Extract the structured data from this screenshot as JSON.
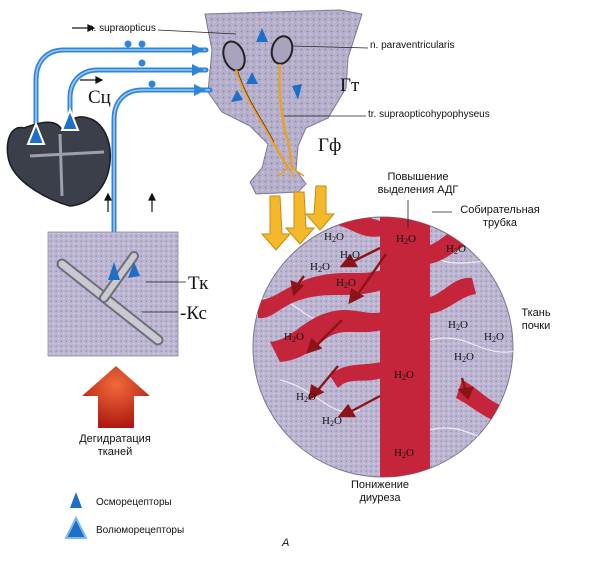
{
  "labels": {
    "supraopticus": "n. supraopticus",
    "paraventricularis": "n. paraventricularis",
    "tract": "tr. supraopticohypophyseus",
    "hypothalamus": "Гт",
    "hypophysis": "Гф",
    "heart": "Сц",
    "tissue": "Тк",
    "vessel": "-Кс",
    "adh_increase_1": "Повышение",
    "adh_increase_2": "выделения АДГ",
    "collecting_1": "Собирательная",
    "collecting_2": "трубка",
    "kidney_tissue_1": "Ткань",
    "kidney_tissue_2": "почки",
    "dehydration_1": "Дегидратация",
    "dehydration_2": "тканей",
    "diuresis_1": "Понижение",
    "diuresis_2": "диуреза",
    "figure_letter": "А"
  },
  "h2o": {
    "text": "H",
    "sub": "2",
    "tail": "O"
  },
  "legend": {
    "osmoreceptors": "Осморецепторы",
    "volumoreceptors": "Волюморецепторы"
  },
  "colors": {
    "nerve_blue": "#2f86d8",
    "receptor_blue": "#1f6fc8",
    "tissue_lavender": "#b9b2cf",
    "vessel_red": "#c4253a",
    "heart_dark": "#3b3f4a",
    "arrow_red": "#d42a1e",
    "hormone_orange": "#f0b020"
  }
}
